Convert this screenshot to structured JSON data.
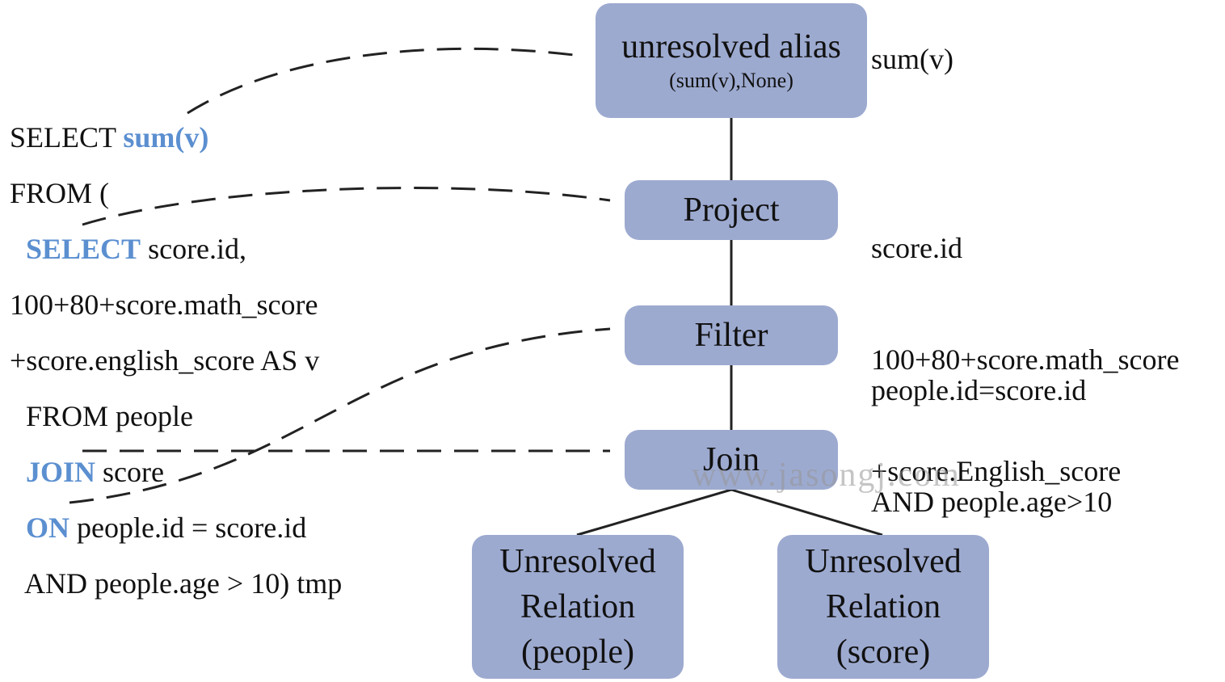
{
  "colors": {
    "node_fill": "#9daad0",
    "keyword": "#5b8fd0",
    "text": "#111111",
    "line": "#222222",
    "watermark": "#969696"
  },
  "sql": {
    "line1_pre": "SELECT ",
    "line1_kw": "sum(v)",
    "line2": "FROM (",
    "line3_kw": "SELECT",
    "line3_post": " score.id,",
    "line4": "100+80+score.math_score",
    "line5": "+score.english_score AS v",
    "line6": "FROM people",
    "line7_kw": "JOIN",
    "line7_post": " score",
    "line8_kw": "ON",
    "line8_post": " people.id = score.id",
    "line9": "AND people.age > 10) tmp"
  },
  "nodes": {
    "alias_title": "unresolved alias",
    "alias_sub": "(sum(v),None)",
    "project": "Project",
    "filter": "Filter",
    "join": "Join",
    "rel_people": [
      "Unresolved",
      "Relation",
      "(people)"
    ],
    "rel_score": [
      "Unresolved",
      "Relation",
      "(score)"
    ]
  },
  "annotations": {
    "alias": "sum(v)",
    "project": [
      "score.id",
      "100+80+score.math_score",
      "+score.English_score"
    ],
    "filter": [
      "people.id=score.id",
      "AND people.age>10"
    ]
  },
  "watermark": "www.jasongj.com"
}
